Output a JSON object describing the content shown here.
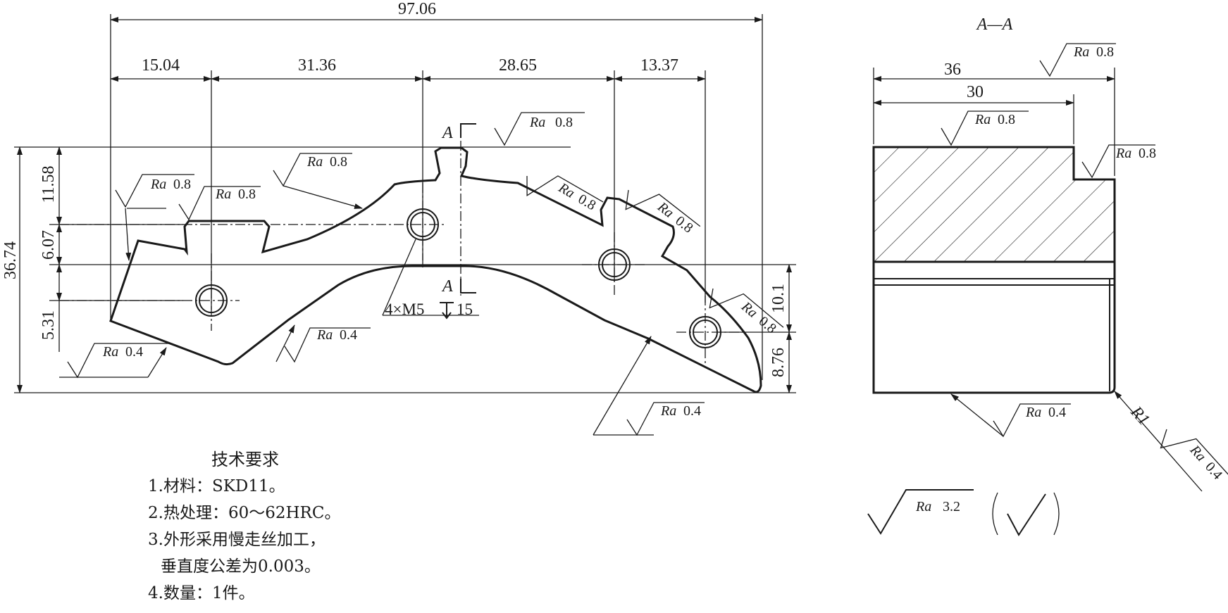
{
  "front_view": {
    "dimensions": {
      "overall_length": "97.06",
      "seg_1": "15.04",
      "seg_2": "31.36",
      "seg_3": "28.65",
      "seg_4": "13.37",
      "overall_height": "36.74",
      "height_1": "11.58",
      "height_2": "6.07",
      "height_3": "5.31",
      "right_height_1": "10.1",
      "right_height_2": "8.76"
    },
    "section_marker": "A",
    "hole_callout": "4×M5",
    "hole_depth": "15",
    "roughness_symbol": "Ra",
    "roughness": {
      "top_slot": "0.8",
      "left_slot_left": "0.8",
      "left_slot_right": "0.8",
      "upper_slope": "0.8",
      "right_slot_a": "0.8",
      "right_slot_b": "0.8",
      "right_tip": "0.8",
      "left_bottom": "0.4",
      "mid_bottom": "0.4",
      "lower_slope": "0.4"
    }
  },
  "section_view": {
    "label": "A—A",
    "dimensions": {
      "width": "36",
      "inner_width": "30",
      "radius": "R1"
    },
    "roughness": {
      "top_face": "0.8",
      "inner_step": "0.8",
      "step_face": "0.8",
      "bottom_face": "0.4",
      "corner": "0.4"
    }
  },
  "general_roughness": {
    "value": "3.2"
  },
  "notes": {
    "title": "技术要求",
    "items": [
      "1.材料：SKD11。",
      "2.热处理：60～62HRC。",
      "3.外形采用慢走丝加工，",
      "垂直度公差为0.003。",
      "4.数量：1件。"
    ]
  }
}
